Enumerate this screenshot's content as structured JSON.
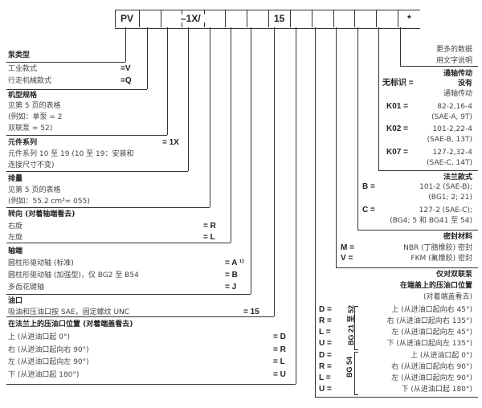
{
  "code": {
    "cells": [
      "PV",
      "",
      "–1X/",
      "",
      "",
      "15",
      "",
      "",
      "",
      "",
      "*"
    ]
  },
  "pump_type": {
    "title": "泵类型",
    "items": [
      {
        "label": "工业款式",
        "code": "=V"
      },
      {
        "label": "行走机械款式",
        "code": "=Q"
      }
    ]
  },
  "size": {
    "title": "机型规格",
    "lines": [
      "见第 5 页的表格",
      "(例如：单泵 = 2",
      "双联泵 = 52)"
    ]
  },
  "series": {
    "title": "元件系列",
    "code": "= 1X",
    "lines": [
      "元件系列 10 至 19 (10 至 19：安装和",
      "连接尺寸不变)"
    ]
  },
  "displacement": {
    "title": "排量",
    "lines": [
      "见第 5 页的表格",
      "(例如：55.2 cm³= 055)"
    ]
  },
  "rotation": {
    "title": "转向 (对着轴端看去)",
    "items": [
      {
        "label": "右旋",
        "code": "= R"
      },
      {
        "label": "左旋",
        "code": "= L"
      }
    ]
  },
  "shaft": {
    "title": "轴端",
    "items": [
      {
        "label": "圆柱形驱动轴 (标准)",
        "code": "= A ¹⁾"
      },
      {
        "label": "圆柱形驱动轴 (加强型)，仅 BG2 至 B54",
        "code": "= B"
      },
      {
        "label": "多齿花键轴",
        "code": "= J"
      }
    ]
  },
  "ports": {
    "title": "油口",
    "items": [
      {
        "label": "吸油和压油口按 SAE，固定螺纹 UNC",
        "code": "= 15"
      }
    ]
  },
  "port_position": {
    "title": "在法兰上的压油口位置 (对着端盖看去)",
    "items": [
      {
        "label": "上 (从进油口起 0°)",
        "code": "= D"
      },
      {
        "label": "右 (从进油口起向右 90°)",
        "code": "= R"
      },
      {
        "label": "左 (从进油口起向左 90°)",
        "code": "= L"
      },
      {
        "label": "下 (从进油口起 180°)",
        "code": "= U"
      }
    ]
  },
  "more": {
    "lines": [
      "更多的数据",
      "用文字说明"
    ]
  },
  "through_drive": {
    "title": "通轴传动",
    "items": [
      {
        "code": "无标识 =",
        "lines": [
          "没有",
          "通轴传动"
        ]
      },
      {
        "code": "K01 =",
        "lines": [
          "82-2,16-4",
          "(SAE-A, 9T)"
        ]
      },
      {
        "code": "K02 =",
        "lines": [
          "101-2,22-4",
          "(SAE-B, 13T)"
        ]
      },
      {
        "code": "K07 =",
        "lines": [
          "127-2,32-4",
          "(SAE-C, 14T)"
        ]
      }
    ]
  },
  "flange": {
    "title": "法兰款式",
    "items": [
      {
        "code": "B =",
        "lines": [
          "101-2 (SAE-B);",
          "(BG1; 2; 21)"
        ]
      },
      {
        "code": "C =",
        "lines": [
          "127-2 (SAE-C);",
          "(BG4; 5 和 BG41 至 54)"
        ]
      }
    ]
  },
  "seal": {
    "title": "密封材料",
    "items": [
      {
        "code": "M =",
        "label": "NBR (丁腈橡胶) 密封"
      },
      {
        "code": "V =",
        "label": "FKM (氟橡胶) 密封"
      }
    ]
  },
  "double_pump": {
    "title1": "仅对双联泵",
    "title2": "在端盖上的压油口位置",
    "note": "(对着端盖看去)",
    "group1": {
      "label": "BG 21 至 52",
      "items": [
        {
          "code": "D =",
          "label": "上 (从进油口起向右 45°)"
        },
        {
          "code": "R =",
          "label": "右 (从进油口起向右 135°)"
        },
        {
          "code": "L =",
          "label": "左 (从进油口起向左 45°)"
        },
        {
          "code": "U =",
          "label": "下 (从进油口起向左 135°)"
        }
      ]
    },
    "group2": {
      "label": "BG 54",
      "items": [
        {
          "code": "D =",
          "label": "上 (从进油口起 0°)"
        },
        {
          "code": "R =",
          "label": "右 (从进油口起向右 90°)"
        },
        {
          "code": "L =",
          "label": "左 (从进油口起向左 90°)"
        },
        {
          "code": "U =",
          "label": "下 (从进油口起 180°)"
        }
      ]
    }
  }
}
